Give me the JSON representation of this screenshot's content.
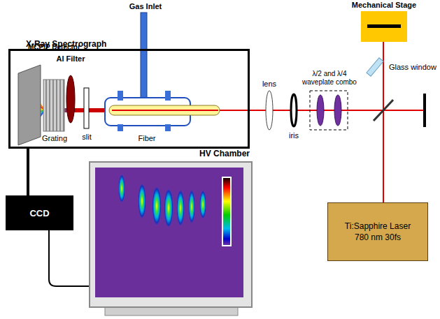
{
  "diagram": {
    "nodes": [
      {
        "text": [
          "Mechanical Stage"
        ]
      },
      {
        "text": [
          "X-Ray Spectrograph",
          "HV Chamber"
        ]
      },
      {
        "text": [
          "MCP/P Detector"
        ],
        "in": 1
      },
      {
        "text": [
          "Ti:Sapphire Laser",
          "780 nm 30fs"
        ]
      },
      {
        "text": [
          "CCD"
        ]
      }
    ],
    "edges": [
      {
        "from": 2,
        "to": 4,
        "arrow": "none"
      }
    ],
    "labels": [
      "Gas Inlet",
      "Al Filter",
      "λ/2 and λ/4 waveplate combo",
      "Glass window",
      "lens",
      "Grating",
      "slit",
      "Fiber",
      "iris"
    ]
  }
}
